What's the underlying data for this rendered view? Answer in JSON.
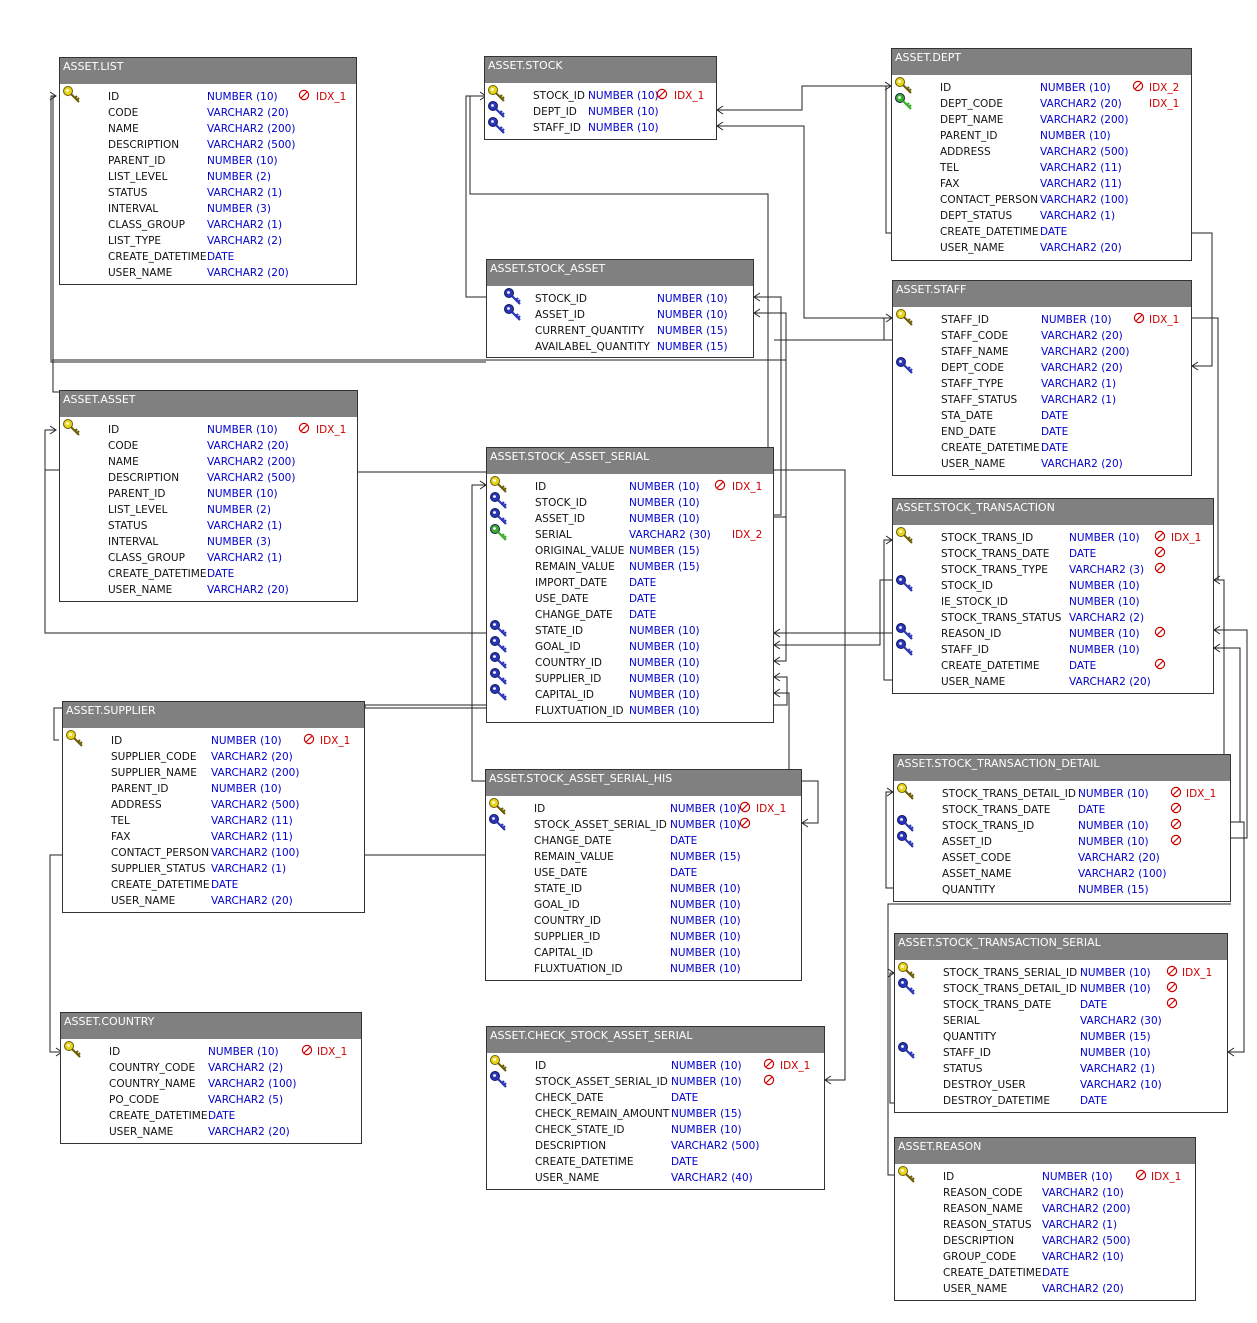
{
  "colors": {
    "pk": "#e8d41a",
    "fk": "#2a35b8",
    "uk": "#3cae2c",
    "type": "#0000cc",
    "index": "#cc0000"
  },
  "tables": [
    {
      "id": "asset-list",
      "title": "ASSET.LIST",
      "rows": [
        {
          "name": "ID",
          "type": "NUMBER (10)",
          "notnull": true,
          "index": "IDX_1",
          "icon": "pk"
        },
        {
          "name": "CODE",
          "type": "VARCHAR2 (20)"
        },
        {
          "name": "NAME",
          "type": "VARCHAR2 (200)"
        },
        {
          "name": "DESCRIPTION",
          "type": "VARCHAR2 (500)"
        },
        {
          "name": "PARENT_ID",
          "type": "NUMBER (10)"
        },
        {
          "name": "LIST_LEVEL",
          "type": "NUMBER (2)"
        },
        {
          "name": "STATUS",
          "type": "VARCHAR2 (1)"
        },
        {
          "name": "INTERVAL",
          "type": "NUMBER (3)"
        },
        {
          "name": "CLASS_GROUP",
          "type": "VARCHAR2 (1)"
        },
        {
          "name": "LIST_TYPE",
          "type": "VARCHAR2 (2)"
        },
        {
          "name": "CREATE_DATETIME",
          "type": "DATE"
        },
        {
          "name": "USER_NAME",
          "type": "VARCHAR2 (20)"
        }
      ]
    },
    {
      "id": "asset-stock",
      "title": "ASSET.STOCK",
      "rows": [
        {
          "name": "STOCK_ID",
          "type": "NUMBER (10)",
          "notnull": true,
          "index": "IDX_1",
          "icon": "pk"
        },
        {
          "name": "DEPT_ID",
          "type": "NUMBER (10)",
          "icon": "fk"
        },
        {
          "name": "STAFF_ID",
          "type": "NUMBER (10)",
          "icon": "fk"
        }
      ]
    },
    {
      "id": "asset-dept",
      "title": "ASSET.DEPT",
      "rows": [
        {
          "name": "ID",
          "type": "NUMBER (10)",
          "notnull": true,
          "index": "IDX_2",
          "icon": "pk"
        },
        {
          "name": "DEPT_CODE",
          "type": "VARCHAR2 (20)",
          "index": "IDX_1",
          "icon": "uk"
        },
        {
          "name": "DEPT_NAME",
          "type": "VARCHAR2 (200)"
        },
        {
          "name": "PARENT_ID",
          "type": "NUMBER (10)"
        },
        {
          "name": "ADDRESS",
          "type": "VARCHAR2 (500)"
        },
        {
          "name": "TEL",
          "type": "VARCHAR2 (11)"
        },
        {
          "name": "FAX",
          "type": "VARCHAR2 (11)"
        },
        {
          "name": "CONTACT_PERSON",
          "type": "VARCHAR2 (100)"
        },
        {
          "name": "DEPT_STATUS",
          "type": "VARCHAR2 (1)"
        },
        {
          "name": "CREATE_DATETIME",
          "type": "DATE"
        },
        {
          "name": "USER_NAME",
          "type": "VARCHAR2 (20)"
        }
      ]
    },
    {
      "id": "asset-stock-asset",
      "title": "ASSET.STOCK_ASSET",
      "rows": [
        {
          "name": "STOCK_ID",
          "type": "NUMBER (10)",
          "icon": "fk"
        },
        {
          "name": "ASSET_ID",
          "type": "NUMBER (10)",
          "icon": "fk"
        },
        {
          "name": "CURRENT_QUANTITY",
          "type": "NUMBER (15)"
        },
        {
          "name": "AVAILABEL_QUANTITY",
          "type": "NUMBER (15)"
        }
      ]
    },
    {
      "id": "asset-staff",
      "title": "ASSET.STAFF",
      "rows": [
        {
          "name": "STAFF_ID",
          "type": "NUMBER (10)",
          "notnull": true,
          "index": "IDX_1",
          "icon": "pk"
        },
        {
          "name": "STAFF_CODE",
          "type": "VARCHAR2 (20)"
        },
        {
          "name": "STAFF_NAME",
          "type": "VARCHAR2 (200)"
        },
        {
          "name": "DEPT_CODE",
          "type": "VARCHAR2 (20)",
          "icon": "fk"
        },
        {
          "name": "STAFF_TYPE",
          "type": "VARCHAR2 (1)"
        },
        {
          "name": "STAFF_STATUS",
          "type": "VARCHAR2 (1)"
        },
        {
          "name": "STA_DATE",
          "type": "DATE"
        },
        {
          "name": "END_DATE",
          "type": "DATE"
        },
        {
          "name": "CREATE_DATETIME",
          "type": "DATE"
        },
        {
          "name": "USER_NAME",
          "type": "VARCHAR2 (20)"
        }
      ]
    },
    {
      "id": "asset-asset",
      "title": "ASSET.ASSET",
      "rows": [
        {
          "name": "ID",
          "type": "NUMBER (10)",
          "notnull": true,
          "index": "IDX_1",
          "icon": "pk"
        },
        {
          "name": "CODE",
          "type": "VARCHAR2 (20)"
        },
        {
          "name": "NAME",
          "type": "VARCHAR2 (200)"
        },
        {
          "name": "DESCRIPTION",
          "type": "VARCHAR2 (500)"
        },
        {
          "name": "PARENT_ID",
          "type": "NUMBER (10)"
        },
        {
          "name": "LIST_LEVEL",
          "type": "NUMBER (2)"
        },
        {
          "name": "STATUS",
          "type": "VARCHAR2 (1)"
        },
        {
          "name": "INTERVAL",
          "type": "NUMBER (3)"
        },
        {
          "name": "CLASS_GROUP",
          "type": "VARCHAR2 (1)"
        },
        {
          "name": "CREATE_DATETIME",
          "type": "DATE"
        },
        {
          "name": "USER_NAME",
          "type": "VARCHAR2 (20)"
        }
      ]
    },
    {
      "id": "asset-stock-asset-serial",
      "title": "ASSET.STOCK_ASSET_SERIAL",
      "rows": [
        {
          "name": "ID",
          "type": "NUMBER (10)",
          "notnull": true,
          "index": "IDX_1",
          "icon": "pk"
        },
        {
          "name": "STOCK_ID",
          "type": "NUMBER (10)",
          "icon": "fk"
        },
        {
          "name": "ASSET_ID",
          "type": "NUMBER (10)",
          "icon": "fk"
        },
        {
          "name": "SERIAL",
          "type": "VARCHAR2 (30)",
          "index": "IDX_2",
          "icon": "uk"
        },
        {
          "name": "ORIGINAL_VALUE",
          "type": "NUMBER (15)"
        },
        {
          "name": "REMAIN_VALUE",
          "type": "NUMBER (15)"
        },
        {
          "name": "IMPORT_DATE",
          "type": "DATE"
        },
        {
          "name": "USE_DATE",
          "type": "DATE"
        },
        {
          "name": "CHANGE_DATE",
          "type": "DATE"
        },
        {
          "name": "STATE_ID",
          "type": "NUMBER (10)",
          "icon": "fk"
        },
        {
          "name": "GOAL_ID",
          "type": "NUMBER (10)",
          "icon": "fk"
        },
        {
          "name": "COUNTRY_ID",
          "type": "NUMBER (10)",
          "icon": "fk"
        },
        {
          "name": "SUPPLIER_ID",
          "type": "NUMBER (10)",
          "icon": "fk"
        },
        {
          "name": "CAPITAL_ID",
          "type": "NUMBER (10)",
          "icon": "fk"
        },
        {
          "name": "FLUXTUATION_ID",
          "type": "NUMBER (10)"
        }
      ]
    },
    {
      "id": "asset-stock-transaction",
      "title": "ASSET.STOCK_TRANSACTION",
      "rows": [
        {
          "name": "STOCK_TRANS_ID",
          "type": "NUMBER (10)",
          "notnull": true,
          "index": "IDX_1",
          "icon": "pk"
        },
        {
          "name": "STOCK_TRANS_DATE",
          "type": "DATE",
          "notnull": true
        },
        {
          "name": "STOCK_TRANS_TYPE",
          "type": "VARCHAR2 (3)",
          "notnull": true
        },
        {
          "name": "STOCK_ID",
          "type": "NUMBER (10)",
          "icon": "fk"
        },
        {
          "name": "IE_STOCK_ID",
          "type": "NUMBER (10)"
        },
        {
          "name": "STOCK_TRANS_STATUS",
          "type": "VARCHAR2 (2)"
        },
        {
          "name": "REASON_ID",
          "type": "NUMBER (10)",
          "notnull": true,
          "icon": "fk"
        },
        {
          "name": "STAFF_ID",
          "type": "NUMBER (10)",
          "icon": "fk"
        },
        {
          "name": "CREATE_DATETIME",
          "type": "DATE",
          "notnull": true
        },
        {
          "name": "USER_NAME",
          "type": "VARCHAR2 (20)"
        }
      ]
    },
    {
      "id": "asset-supplier",
      "title": "ASSET.SUPPLIER",
      "rows": [
        {
          "name": "ID",
          "type": "NUMBER (10)",
          "notnull": true,
          "index": "IDX_1",
          "icon": "pk"
        },
        {
          "name": "SUPPLIER_CODE",
          "type": "VARCHAR2 (20)"
        },
        {
          "name": "SUPPLIER_NAME",
          "type": "VARCHAR2 (200)"
        },
        {
          "name": "PARENT_ID",
          "type": "NUMBER (10)"
        },
        {
          "name": "ADDRESS",
          "type": "VARCHAR2 (500)"
        },
        {
          "name": "TEL",
          "type": "VARCHAR2 (11)"
        },
        {
          "name": "FAX",
          "type": "VARCHAR2 (11)"
        },
        {
          "name": "CONTACT_PERSON",
          "type": "VARCHAR2 (100)"
        },
        {
          "name": "SUPPLIER_STATUS",
          "type": "VARCHAR2 (1)"
        },
        {
          "name": "CREATE_DATETIME",
          "type": "DATE"
        },
        {
          "name": "USER_NAME",
          "type": "VARCHAR2 (20)"
        }
      ]
    },
    {
      "id": "asset-stock-asset-serial-his",
      "title": "ASSET.STOCK_ASSET_SERIAL_HIS",
      "rows": [
        {
          "name": "ID",
          "type": "NUMBER (10)",
          "notnull": true,
          "index": "IDX_1",
          "icon": "pk"
        },
        {
          "name": "STOCK_ASSET_SERIAL_ID",
          "type": "NUMBER (10)",
          "notnull": true,
          "icon": "fk"
        },
        {
          "name": "CHANGE_DATE",
          "type": "DATE"
        },
        {
          "name": "REMAIN_VALUE",
          "type": "NUMBER (15)"
        },
        {
          "name": "USE_DATE",
          "type": "DATE"
        },
        {
          "name": "STATE_ID",
          "type": "NUMBER (10)"
        },
        {
          "name": "GOAL_ID",
          "type": "NUMBER (10)"
        },
        {
          "name": "COUNTRY_ID",
          "type": "NUMBER (10)"
        },
        {
          "name": "SUPPLIER_ID",
          "type": "NUMBER (10)"
        },
        {
          "name": "CAPITAL_ID",
          "type": "NUMBER (10)"
        },
        {
          "name": "FLUXTUATION_ID",
          "type": "NUMBER (10)"
        }
      ]
    },
    {
      "id": "asset-stock-transaction-detail",
      "title": "ASSET.STOCK_TRANSACTION_DETAIL",
      "rows": [
        {
          "name": "STOCK_TRANS_DETAIL_ID",
          "type": "NUMBER (10)",
          "notnull": true,
          "index": "IDX_1",
          "icon": "pk"
        },
        {
          "name": "STOCK_TRANS_DATE",
          "type": "DATE",
          "notnull": true
        },
        {
          "name": "STOCK_TRANS_ID",
          "type": "NUMBER (10)",
          "notnull": true,
          "icon": "fk"
        },
        {
          "name": "ASSET_ID",
          "type": "NUMBER (10)",
          "notnull": true,
          "icon": "fk"
        },
        {
          "name": "ASSET_CODE",
          "type": "VARCHAR2 (20)"
        },
        {
          "name": "ASSET_NAME",
          "type": "VARCHAR2 (100)"
        },
        {
          "name": "QUANTITY",
          "type": "NUMBER (15)"
        }
      ]
    },
    {
      "id": "asset-country",
      "title": "ASSET.COUNTRY",
      "rows": [
        {
          "name": "ID",
          "type": "NUMBER (10)",
          "notnull": true,
          "index": "IDX_1",
          "icon": "pk"
        },
        {
          "name": "COUNTRY_CODE",
          "type": "VARCHAR2 (2)"
        },
        {
          "name": "COUNTRY_NAME",
          "type": "VARCHAR2 (100)"
        },
        {
          "name": "PO_CODE",
          "type": "VARCHAR2 (5)"
        },
        {
          "name": "CREATE_DATETIME",
          "type": "DATE"
        },
        {
          "name": "USER_NAME",
          "type": "VARCHAR2 (20)"
        }
      ]
    },
    {
      "id": "asset-stock-transaction-serial",
      "title": "ASSET.STOCK_TRANSACTION_SERIAL",
      "rows": [
        {
          "name": "STOCK_TRANS_SERIAL_ID",
          "type": "NUMBER (10)",
          "notnull": true,
          "index": "IDX_1",
          "icon": "pk"
        },
        {
          "name": "STOCK_TRANS_DETAIL_ID",
          "type": "NUMBER (10)",
          "notnull": true,
          "icon": "fk"
        },
        {
          "name": "STOCK_TRANS_DATE",
          "type": "DATE",
          "notnull": true
        },
        {
          "name": "SERIAL",
          "type": "VARCHAR2 (30)"
        },
        {
          "name": "QUANTITY",
          "type": "NUMBER (15)"
        },
        {
          "name": "STAFF_ID",
          "type": "NUMBER (10)",
          "icon": "fk"
        },
        {
          "name": "STATUS",
          "type": "VARCHAR2 (1)"
        },
        {
          "name": "DESTROY_USER",
          "type": "VARCHAR2 (10)"
        },
        {
          "name": "DESTROY_DATETIME",
          "type": "DATE"
        }
      ]
    },
    {
      "id": "asset-check-stock-asset-serial",
      "title": "ASSET.CHECK_STOCK_ASSET_SERIAL",
      "rows": [
        {
          "name": "ID",
          "type": "NUMBER (10)",
          "notnull": true,
          "index": "IDX_1",
          "icon": "pk"
        },
        {
          "name": "STOCK_ASSET_SERIAL_ID",
          "type": "NUMBER (10)",
          "notnull": true,
          "icon": "fk"
        },
        {
          "name": "CHECK_DATE",
          "type": "DATE"
        },
        {
          "name": "CHECK_REMAIN_AMOUNT",
          "type": "NUMBER (15)"
        },
        {
          "name": "CHECK_STATE_ID",
          "type": "NUMBER (10)"
        },
        {
          "name": "DESCRIPTION",
          "type": "VARCHAR2 (500)"
        },
        {
          "name": "CREATE_DATETIME",
          "type": "DATE"
        },
        {
          "name": "USER_NAME",
          "type": "VARCHAR2 (40)"
        }
      ]
    },
    {
      "id": "asset-reason",
      "title": "ASSET.REASON",
      "rows": [
        {
          "name": "ID",
          "type": "NUMBER (10)",
          "notnull": true,
          "index": "IDX_1",
          "icon": "pk"
        },
        {
          "name": "REASON_CODE",
          "type": "VARCHAR2 (10)"
        },
        {
          "name": "REASON_NAME",
          "type": "VARCHAR2 (200)"
        },
        {
          "name": "REASON_STATUS",
          "type": "VARCHAR2 (1)"
        },
        {
          "name": "DESCRIPTION",
          "type": "VARCHAR2 (500)"
        },
        {
          "name": "GROUP_CODE",
          "type": "VARCHAR2 (10)"
        },
        {
          "name": "CREATE_DATETIME",
          "type": "DATE"
        },
        {
          "name": "USER_NAME",
          "type": "VARCHAR2 (20)"
        }
      ]
    }
  ]
}
